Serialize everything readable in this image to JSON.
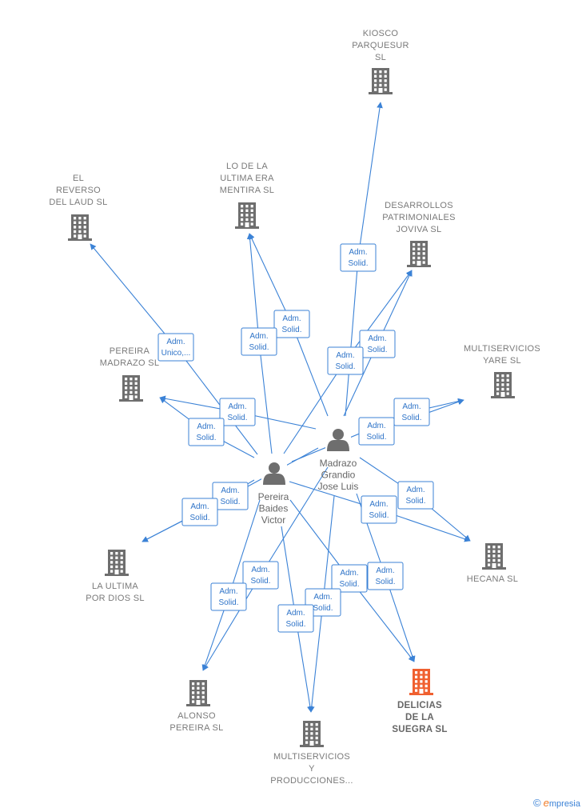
{
  "colors": {
    "edge": "#3b82d6",
    "building": "#6e6e6e",
    "highlight": "#f06030",
    "person": "#6e6e6e"
  },
  "companies": [
    {
      "id": "kiosco",
      "lines": [
        "KIOSCO",
        "PARQUESUR",
        "SL"
      ],
      "highlight": false
    },
    {
      "id": "lodela",
      "lines": [
        "LO DE LA",
        "ULTIMA ERA",
        "MENTIRA  SL"
      ],
      "highlight": false
    },
    {
      "id": "reverso",
      "lines": [
        "EL",
        "REVERSO",
        "DEL LAUD  SL"
      ],
      "highlight": false
    },
    {
      "id": "desarrollos",
      "lines": [
        "DESARROLLOS",
        "PATRIMONIALES",
        "JOVIVA  SL"
      ],
      "highlight": false
    },
    {
      "id": "pereiramadrazo",
      "lines": [
        "PEREIRA",
        "MADRAZO  SL"
      ],
      "highlight": false
    },
    {
      "id": "yare",
      "lines": [
        "MULTISERVICIOS",
        "YARE  SL"
      ],
      "highlight": false
    },
    {
      "id": "ultimadios",
      "lines": [
        "LA ULTIMA",
        "POR DIOS  SL"
      ],
      "highlight": false
    },
    {
      "id": "hecana",
      "lines": [
        "HECANA  SL"
      ],
      "highlight": false
    },
    {
      "id": "alonso",
      "lines": [
        "ALONSO",
        "PEREIRA  SL"
      ],
      "highlight": false
    },
    {
      "id": "delicias",
      "lines": [
        "DELICIAS",
        "DE LA",
        "SUEGRA  SL"
      ],
      "highlight": true
    },
    {
      "id": "producciones",
      "lines": [
        "MULTISERVICIOS",
        "Y",
        "PRODUCCIONES..."
      ],
      "highlight": false
    }
  ],
  "persons": [
    {
      "id": "madrazo",
      "lines": [
        "Madrazo",
        "Grandio",
        "Jose Luis"
      ]
    },
    {
      "id": "victor",
      "lines": [
        "Pereira",
        "Baides",
        "Victor"
      ]
    }
  ],
  "edges": [
    {
      "from": "madrazo",
      "to": "kiosco",
      "label": [
        "Adm.",
        "Solid."
      ]
    },
    {
      "from": "madrazo",
      "to": "lodela",
      "label": [
        "Adm.",
        "Solid."
      ]
    },
    {
      "from": "victor",
      "to": "lodela",
      "label": [
        "Adm.",
        "Solid."
      ]
    },
    {
      "from": "victor",
      "to": "reverso",
      "label": [
        "Adm.",
        "Unico,..."
      ]
    },
    {
      "from": "madrazo",
      "to": "desarrollos",
      "label": [
        "Adm.",
        "Solid."
      ]
    },
    {
      "from": "victor",
      "to": "desarrollos",
      "label": [
        "Adm.",
        "Solid."
      ]
    },
    {
      "from": "madrazo",
      "to": "pereiramadrazo",
      "label": [
        "Adm.",
        "Solid."
      ]
    },
    {
      "from": "victor",
      "to": "pereiramadrazo",
      "label": [
        "Adm.",
        "Solid."
      ]
    },
    {
      "from": "madrazo",
      "to": "yare",
      "label": [
        "Adm.",
        "Solid."
      ]
    },
    {
      "from": "victor",
      "to": "yare",
      "label": [
        "Adm.",
        "Solid."
      ]
    },
    {
      "from": "madrazo",
      "to": "ultimadios",
      "label": [
        "Adm.",
        "Solid."
      ]
    },
    {
      "from": "victor",
      "to": "ultimadios",
      "label": [
        "Adm.",
        "Solid."
      ]
    },
    {
      "from": "madrazo",
      "to": "hecana",
      "label": [
        "Adm.",
        "Solid."
      ]
    },
    {
      "from": "victor",
      "to": "hecana",
      "label": [
        "Adm.",
        "Solid."
      ]
    },
    {
      "from": "madrazo",
      "to": "alonso",
      "label": [
        "Adm.",
        "Solid."
      ]
    },
    {
      "from": "victor",
      "to": "alonso",
      "label": [
        "Adm.",
        "Solid."
      ]
    },
    {
      "from": "madrazo",
      "to": "delicias",
      "label": [
        "Adm.",
        "Solid."
      ]
    },
    {
      "from": "victor",
      "to": "delicias",
      "label": [
        "Adm.",
        "Solid."
      ]
    },
    {
      "from": "madrazo",
      "to": "producciones",
      "label": [
        "Adm.",
        "Solid."
      ]
    },
    {
      "from": "victor",
      "to": "producciones",
      "label": [
        "Adm.",
        "Solid."
      ]
    }
  ],
  "footer": {
    "copyright": "©",
    "brand_initial": "e",
    "brand_rest": "mpresia"
  }
}
